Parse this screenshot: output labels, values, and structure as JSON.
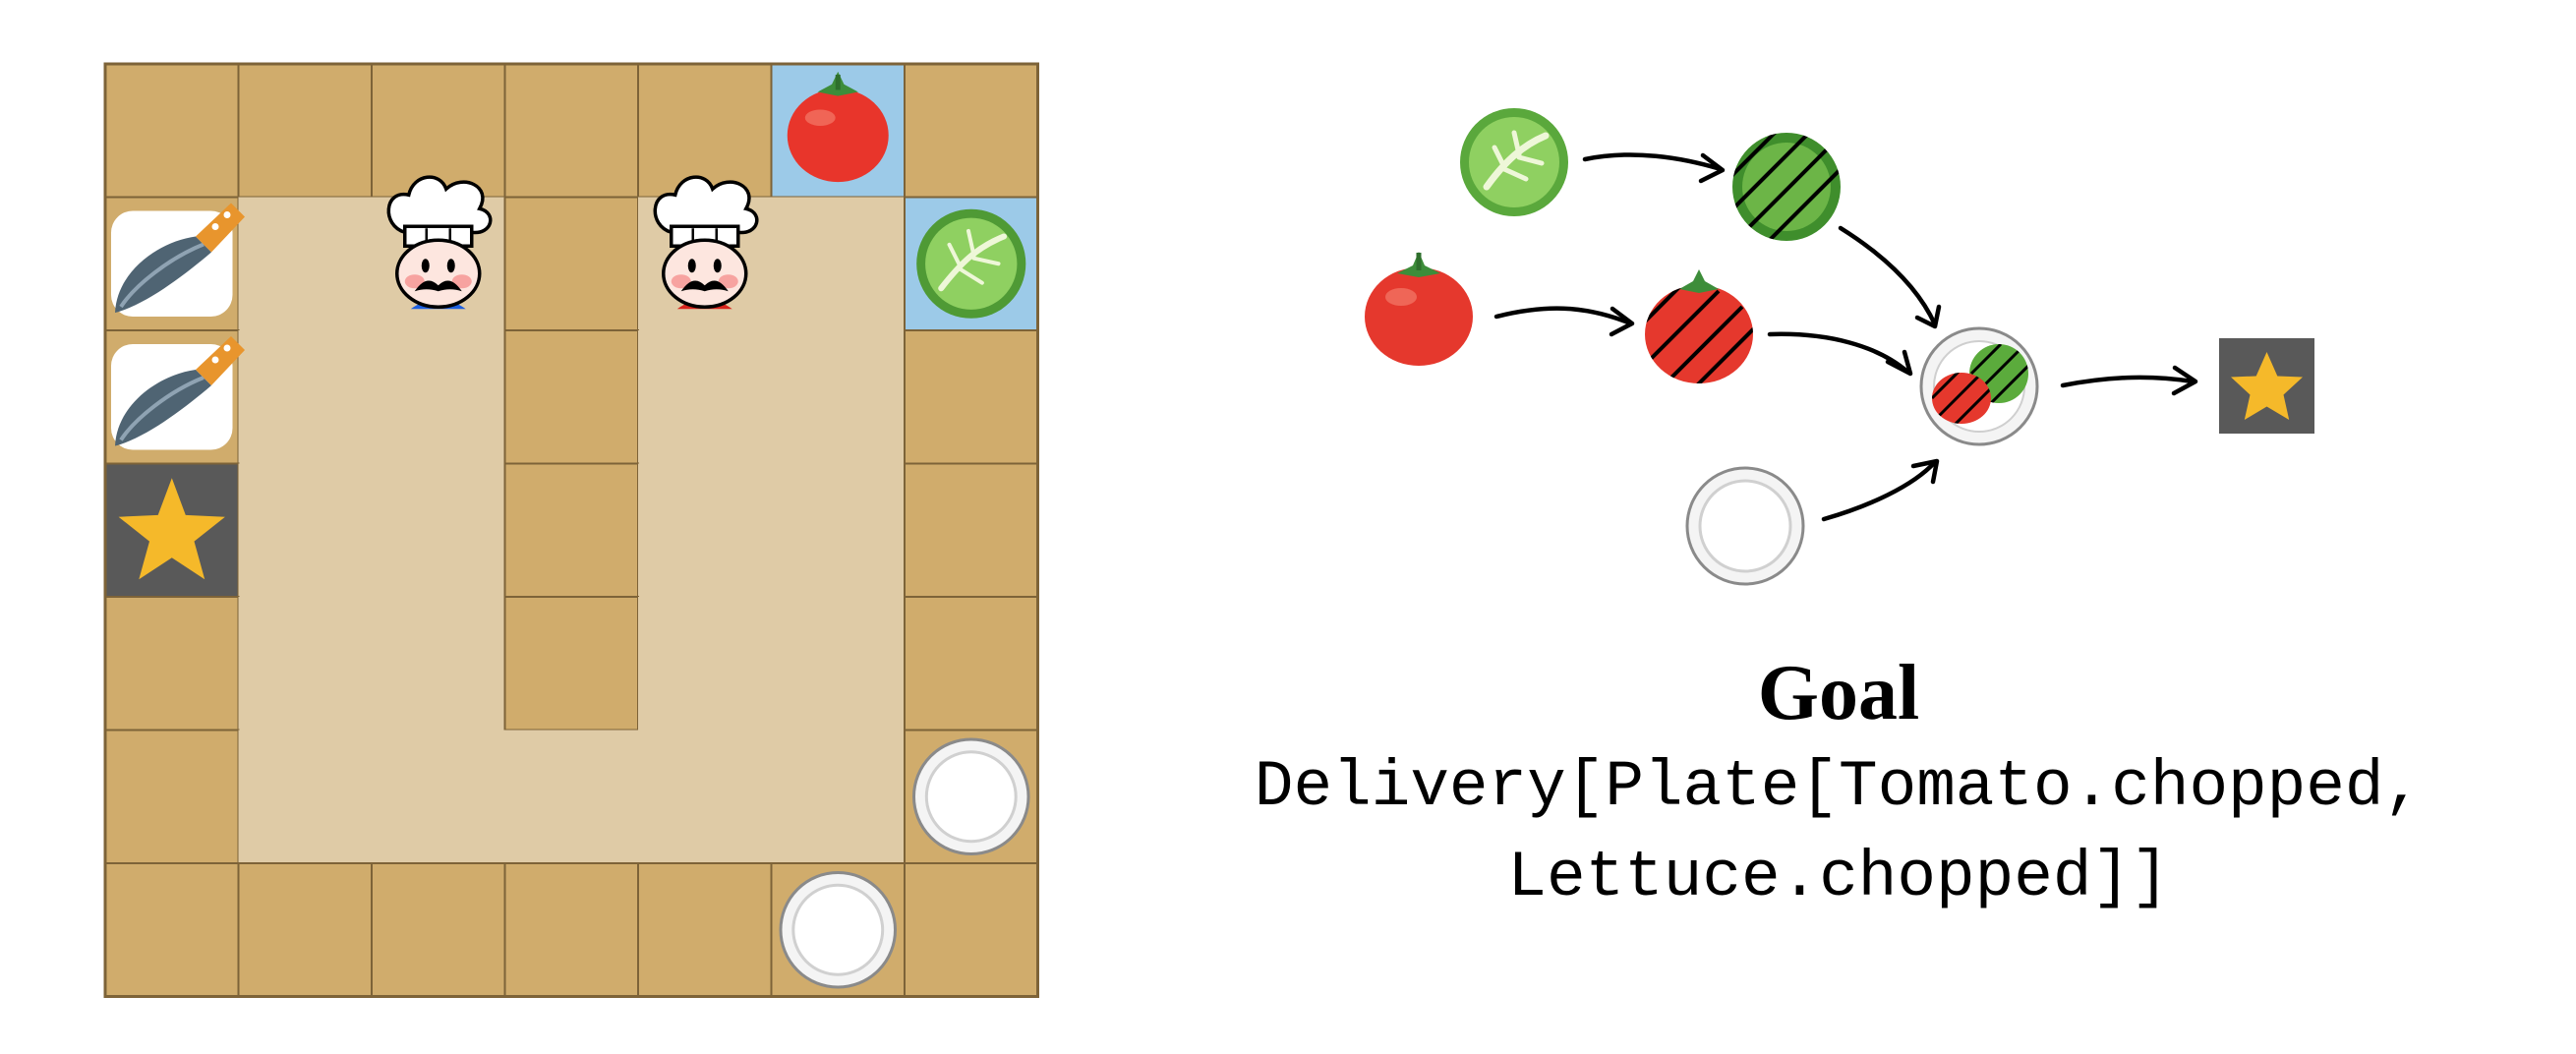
{
  "kitchen": {
    "cols": 7,
    "rows": 7,
    "tiles": [
      [
        "counter",
        "counter",
        "counter",
        "counter",
        "counter",
        "tomato",
        "counter"
      ],
      [
        "knife",
        "floor",
        "floor",
        "counter",
        "floor",
        "floor",
        "lettuce"
      ],
      [
        "knife",
        "floor",
        "floor",
        "counter",
        "floor",
        "floor",
        "counter"
      ],
      [
        "star",
        "floor",
        "floor",
        "counter",
        "floor",
        "floor",
        "counter"
      ],
      [
        "counter",
        "floor",
        "floor",
        "counter",
        "floor",
        "floor",
        "counter"
      ],
      [
        "counter",
        "floor",
        "floor",
        "floor",
        "floor",
        "floor",
        "plate"
      ],
      [
        "counter",
        "counter",
        "counter",
        "counter",
        "counter",
        "plate",
        "counter"
      ]
    ],
    "agents": [
      {
        "row": 1,
        "col": 2,
        "shirt_color": "#1d5fe0"
      },
      {
        "row": 1,
        "col": 4,
        "shirt_color": "#d8241c"
      }
    ],
    "colors": {
      "counter": "#d0ac6c",
      "floor": "#dfcba6",
      "dispenser": "#9ccae8",
      "delivery": "#595959",
      "star": "#f5b92a",
      "tomato": "#e8352b",
      "lettuce": "#6cb547"
    }
  },
  "recipe": {
    "icons": [
      "lettuce-icon",
      "chopped-lettuce-icon",
      "tomato-icon",
      "chopped-tomato-icon",
      "plate-icon",
      "salad-plate-icon",
      "delivery-star-icon"
    ]
  },
  "goal": {
    "title": "Goal",
    "line1": "Delivery[Plate[Tomato.chopped,",
    "line2": "Lettuce.chopped]]"
  }
}
